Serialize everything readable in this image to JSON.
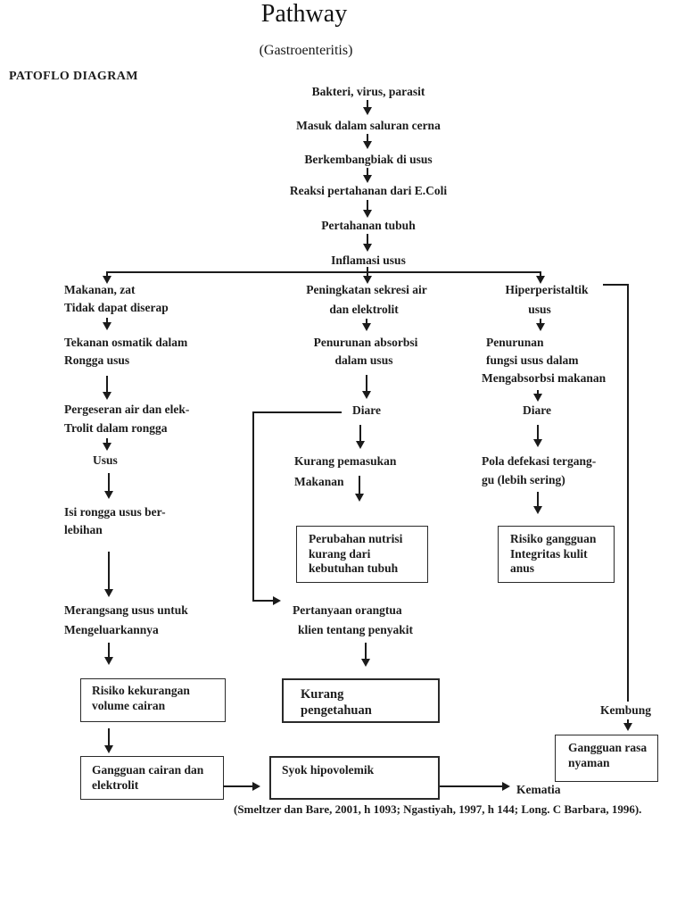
{
  "header": {
    "title": "Pathway",
    "subtitle": "(Gastroenteritis)",
    "corner_label": "PATOFLO DIAGRAM"
  },
  "chain": [
    "Bakteri, virus, parasit",
    "Masuk dalam saluran cerna",
    "Berkembangbiak di usus",
    "Reaksi pertahanan dari E.Coli",
    "Pertahanan tubuh",
    "Inflamasi usus"
  ],
  "left": {
    "l1a": "Makanan, zat",
    "l1b": "Tidak dapat diserap",
    "l2a": "Tekanan osmatik dalam",
    "l2b": "Rongga usus",
    "l3a": "Pergeseran air dan elek-",
    "l3b": "Trolit dalam rongga",
    "l3c": "Usus",
    "l4a": "Isi rongga usus ber-",
    "l4b": "lebihan",
    "l5a": "Merangsang usus untuk",
    "l5b": "Mengeluarkannya",
    "box1a": "Risiko kekurangan",
    "box1b": "volume cairan",
    "box2a": "Gangguan cairan dan",
    "box2b": "elektrolit"
  },
  "center": {
    "c1a": "Peningkatan sekresi air",
    "c1b": "dan elektrolit",
    "c2a": "Penurunan absorbsi",
    "c2b": "dalam usus",
    "c3": "Diare",
    "c4a": "Kurang pemasukan",
    "c4b": "Makanan",
    "box1a": "Perubahan nutrisi",
    "box1b": "kurang dari",
    "box1c": "kebutuhan tubuh",
    "c5a": "Pertanyaan orangtua",
    "c5b": "klien tentang penyakit",
    "box2a": "Kurang",
    "box2b": "pengetahuan"
  },
  "right": {
    "r1a": "Hiperperistaltik",
    "r1b": "usus",
    "r2a": "Penurunan",
    "r2b": "fungsi usus dalam",
    "r2c": "Mengabsorbsi makanan",
    "r3": "Diare",
    "r4a": "Pola defekasi tergang-",
    "r4b": "gu (lebih sering)",
    "box1a": "Risiko gangguan",
    "box1b": "Integritas kulit",
    "box1c": "anus",
    "kembung": "Kembung",
    "box2a": "Gangguan rasa",
    "box2b": "nyaman"
  },
  "bottom": {
    "syok": "Syok hipovolemik",
    "kematian": "Kematia",
    "citation": "(Smeltzer dan Bare, 2001, h 1093; Ngastiyah, 1997, h 144; Long. C Barbara, 1996)."
  }
}
